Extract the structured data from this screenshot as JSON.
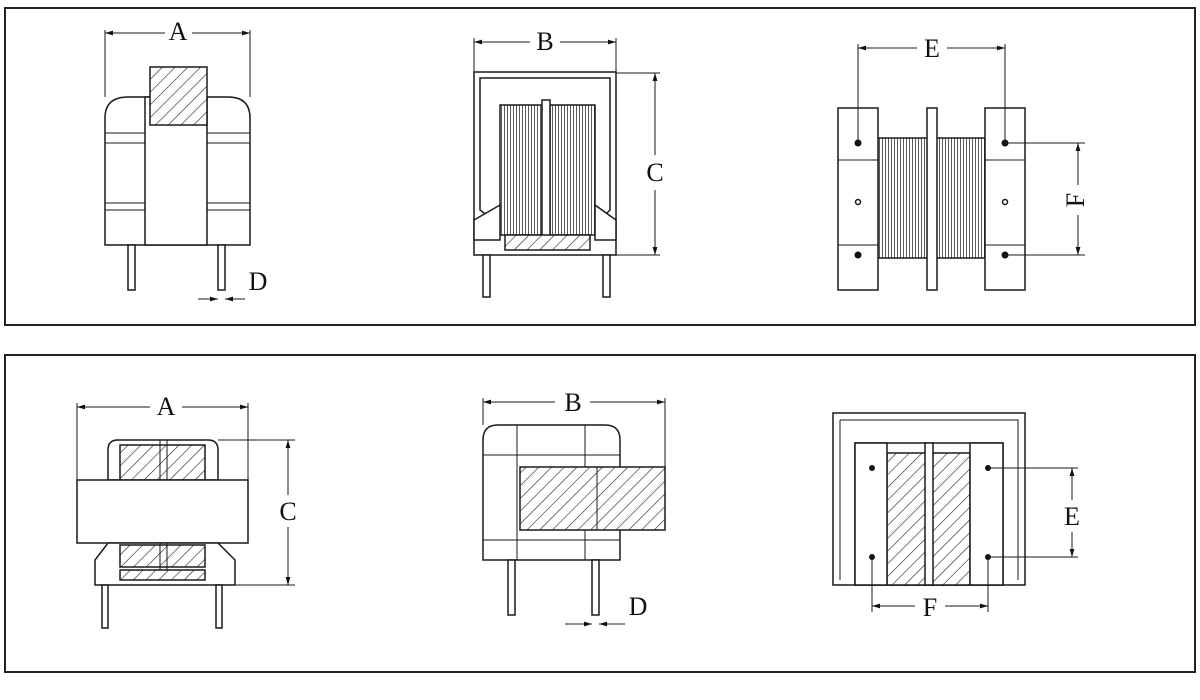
{
  "top_row": {
    "labels": {
      "a": "A",
      "b": "B",
      "c": "C",
      "d": "D",
      "e": "E",
      "f": "F"
    }
  },
  "bottom_row": {
    "labels": {
      "a": "A",
      "b": "B",
      "c": "C",
      "d": "D",
      "e": "E",
      "f": "F"
    }
  },
  "colors": {
    "line": "#1a1a1a",
    "background": "#ffffff"
  }
}
